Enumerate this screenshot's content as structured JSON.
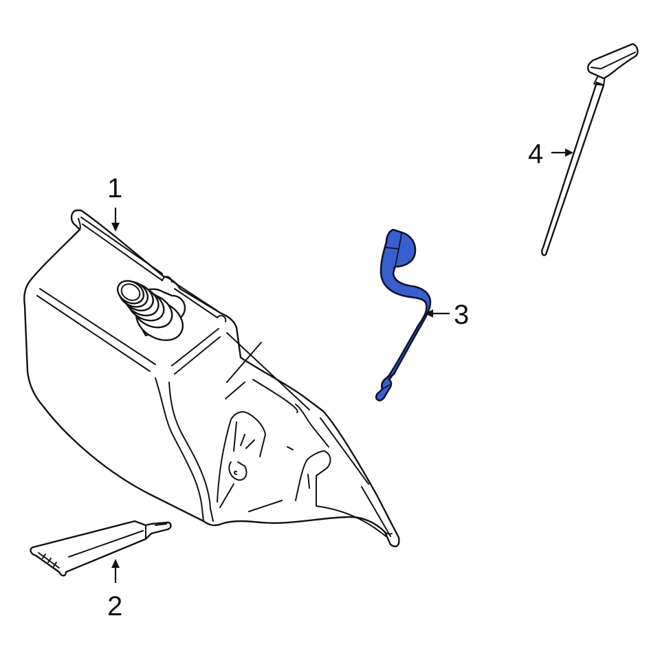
{
  "diagram": {
    "type": "exploded parts diagram",
    "highlight_color": "#3a5fcd",
    "line_color": "#111111",
    "background": "#ffffff",
    "parts": [
      {
        "callout": "1",
        "name": "reservoir-tank",
        "highlighted": false
      },
      {
        "callout": "2",
        "name": "sealant-tube",
        "highlighted": false
      },
      {
        "callout": "3",
        "name": "filler-tube-hose",
        "highlighted": true
      },
      {
        "callout": "4",
        "name": "dipstick",
        "highlighted": false
      }
    ]
  }
}
